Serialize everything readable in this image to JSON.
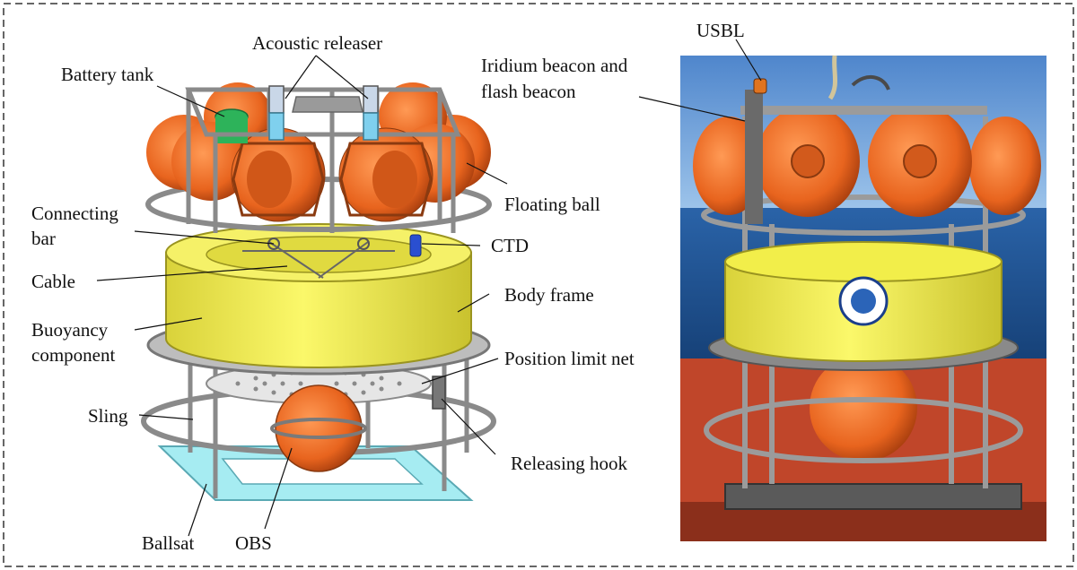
{
  "labels": {
    "acoustic_releaser": "Acoustic releaser",
    "battery_tank": "Battery tank",
    "floating_ball": "Floating ball",
    "connecting_bar_1": "Connecting",
    "connecting_bar_2": "bar",
    "ctd": "CTD",
    "cable": "Cable",
    "body_frame": "Body frame",
    "buoyancy_1": "Buoyancy",
    "buoyancy_2": "component",
    "position_limit_net": "Position limit net",
    "sling": "Sling",
    "releasing_hook": "Releasing hook",
    "ballast": "Ballsat",
    "obs": "OBS",
    "usbl": "USBL",
    "iridium_1": "Iridium beacon and",
    "iridium_2": "flash beacon"
  },
  "colors": {
    "float_orange": "#e8641e",
    "buoyancy_yellow": "#f2ee4a",
    "ballast_cyan": "#a6ecf2",
    "frame_grey": "#9a9a9a",
    "sea_blue": "#1e4f8c",
    "sky_blue": "#6e9fd6",
    "deck_red": "#c0462a",
    "ctd_blue": "#2a4fd0",
    "border_dash": "#333333"
  }
}
